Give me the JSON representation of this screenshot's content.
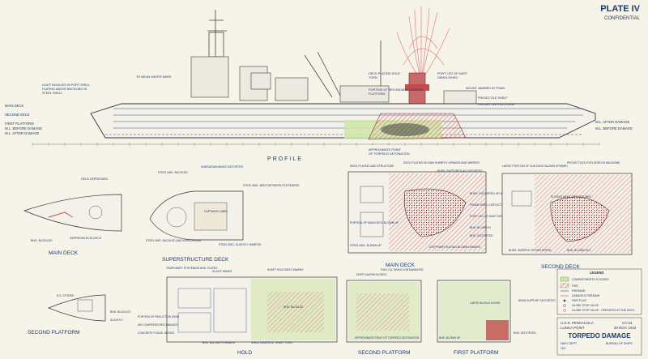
{
  "plate": {
    "number": "PLATE IV",
    "classification": "CONFIDENTIAL"
  },
  "profile": {
    "title": "PROFILE",
    "labels": {
      "main_deck": "MAIN DECK",
      "second_deck": "SECOND DECK",
      "first_platform": "FIRST PLATFORM",
      "wl_before": "W.L. BEFORE DAMAGE",
      "wl_after": "W.L. AFTER DAMAGE",
      "wl_after_r": "W.L. AFTER DAMAGE",
      "wl_before_r": "W.L. BEFORE DAMAGE"
    },
    "notes": [
      "LIGHT BUCKLES IN PORT SHELL",
      "PLATING ABOVE BUCKLING IN",
      "STEEL SHELL",
      "TO MEAN WATER MARK",
      "DECK PLATING HOLE",
      "TORN",
      "PORT LEG OF MAST",
      "DEMOLISHED",
      "MOUNT JAMMED IN TRAIN",
      "PROJECTILE SHELF",
      "PROJECTILE PLATFORM",
      "PORTION OF SECONDARY CONNING",
      "PLATFORM",
      "APPROXIMATE POINT",
      "OF TORPEDO DETONATION"
    ]
  },
  "main_deck": {
    "title": "MAIN DECK",
    "notes": [
      "DECK DEPRESSED",
      "BHD. BUCKLED",
      "DEPRESSION IN DECK"
    ]
  },
  "superstructure": {
    "title": "SUPERSTRUCTURE DECK",
    "notes": [
      "STEEL BHD. BUCKLED",
      "HUNGARIAN BINDS DISTORTED",
      "STEEL BHD. BENT BETWEEN STIFFENERS",
      "STEEL BHD. BUCKLED AND BOARDROOM",
      "STEEL BHD. SLIGHTLY WARPED",
      "CAPTAIN'S CABIN"
    ]
  },
  "main_deck_damage": {
    "title": "MAIN DECK",
    "notes": [
      "DECK PLATING AND STRUCTURE",
      "DECK PLATING BLOWN SHARPLY UPWARD AND WARPED",
      "BHDS. RUPTURED AS DISTORTED",
      "BHDS. DISTORTED OR WARPED",
      "FRAME SHELL DEFLECTED",
      "PORT LEG OF MAST DISTORTED",
      "BHD. BLOWN IN",
      "BHD. DISTORTED",
      "PORTION OF MAIN DECK BLOWN UP",
      "STEEL BHD. BLOWN UP",
      "STIFFENER PLATING BLOWN UPWARD"
    ]
  },
  "second_deck": {
    "title": "SECOND DECK",
    "notes": [
      "LARGE PORTION OF 2ND DECK BLOWN UPWARD",
      "PROJECTILES EXPLODED IN MAGAZINE",
      "BHDS. WARPED OR DISTORTED",
      "BHD. BLOWN OUT",
      "PLATING BENT OR RUPTURED"
    ]
  },
  "second_platform_left": {
    "title": "SECOND PLATFORM",
    "notes": [
      "S.S. STORES",
      "BHD. BUCKLED",
      "SLIGHTLY"
    ]
  },
  "hold": {
    "title": "HOLD",
    "notes": [
      "TEMPORARY STIFFENING BHD. PLATES",
      "SLIGHT WAVES",
      "SHAFT HOLE BENT INWARD",
      "PORTION OF REDUCTION GEAR",
      "AIR COMPRESSORS DAMAGED",
      "CONCRETE FOUND. MOVED",
      "BHD. BULGED FORWARD",
      "SHELL INDENTED",
      "SHAFT TORN",
      "BHD. BUCKLED"
    ]
  },
  "second_platform": {
    "title": "SECOND PLATFORM",
    "notes": [
      "DEEP CAVERN IN DECK",
      "FUEL OIL TANKS CONTAMINATED",
      "APPROXIMATE POINT OF TORPEDO DETONATION"
    ]
  },
  "first_platform": {
    "title": "FIRST PLATFORM",
    "notes": [
      "LARGE BUCKLE IN BHD.",
      "BHD. BLOWN UP",
      "BEAM SUPPORT DISTORTED",
      "BHD. DISTORTED"
    ]
  },
  "legend": {
    "title": "LEGEND",
    "items": [
      "COMPARTMENTS FLOODED",
      "FIRE",
      "FIREMAIN",
      "DAMAGED FIREMAIN",
      "FIRE PLUG",
      "GLOBE STOP VALVE",
      "GLOBE STOP VALVE - OPERATED AT 2ND DECK"
    ]
  },
  "title_block": {
    "ship": "U.S.S. PENSACOLA",
    "number": "CA-24",
    "location": "LUNGA POINT",
    "date": "30 NOV. 1942",
    "title": "TORPEDO DAMAGE",
    "navy_dept": "NAVY DEPT.",
    "bureau": "BUREAU OF SHIPS",
    "sheet": "104"
  },
  "colors": {
    "ink": "#1c3a70",
    "flooded": "#cfe6a8",
    "fire": "#d56b6b",
    "paper": "#f6f3e8"
  }
}
